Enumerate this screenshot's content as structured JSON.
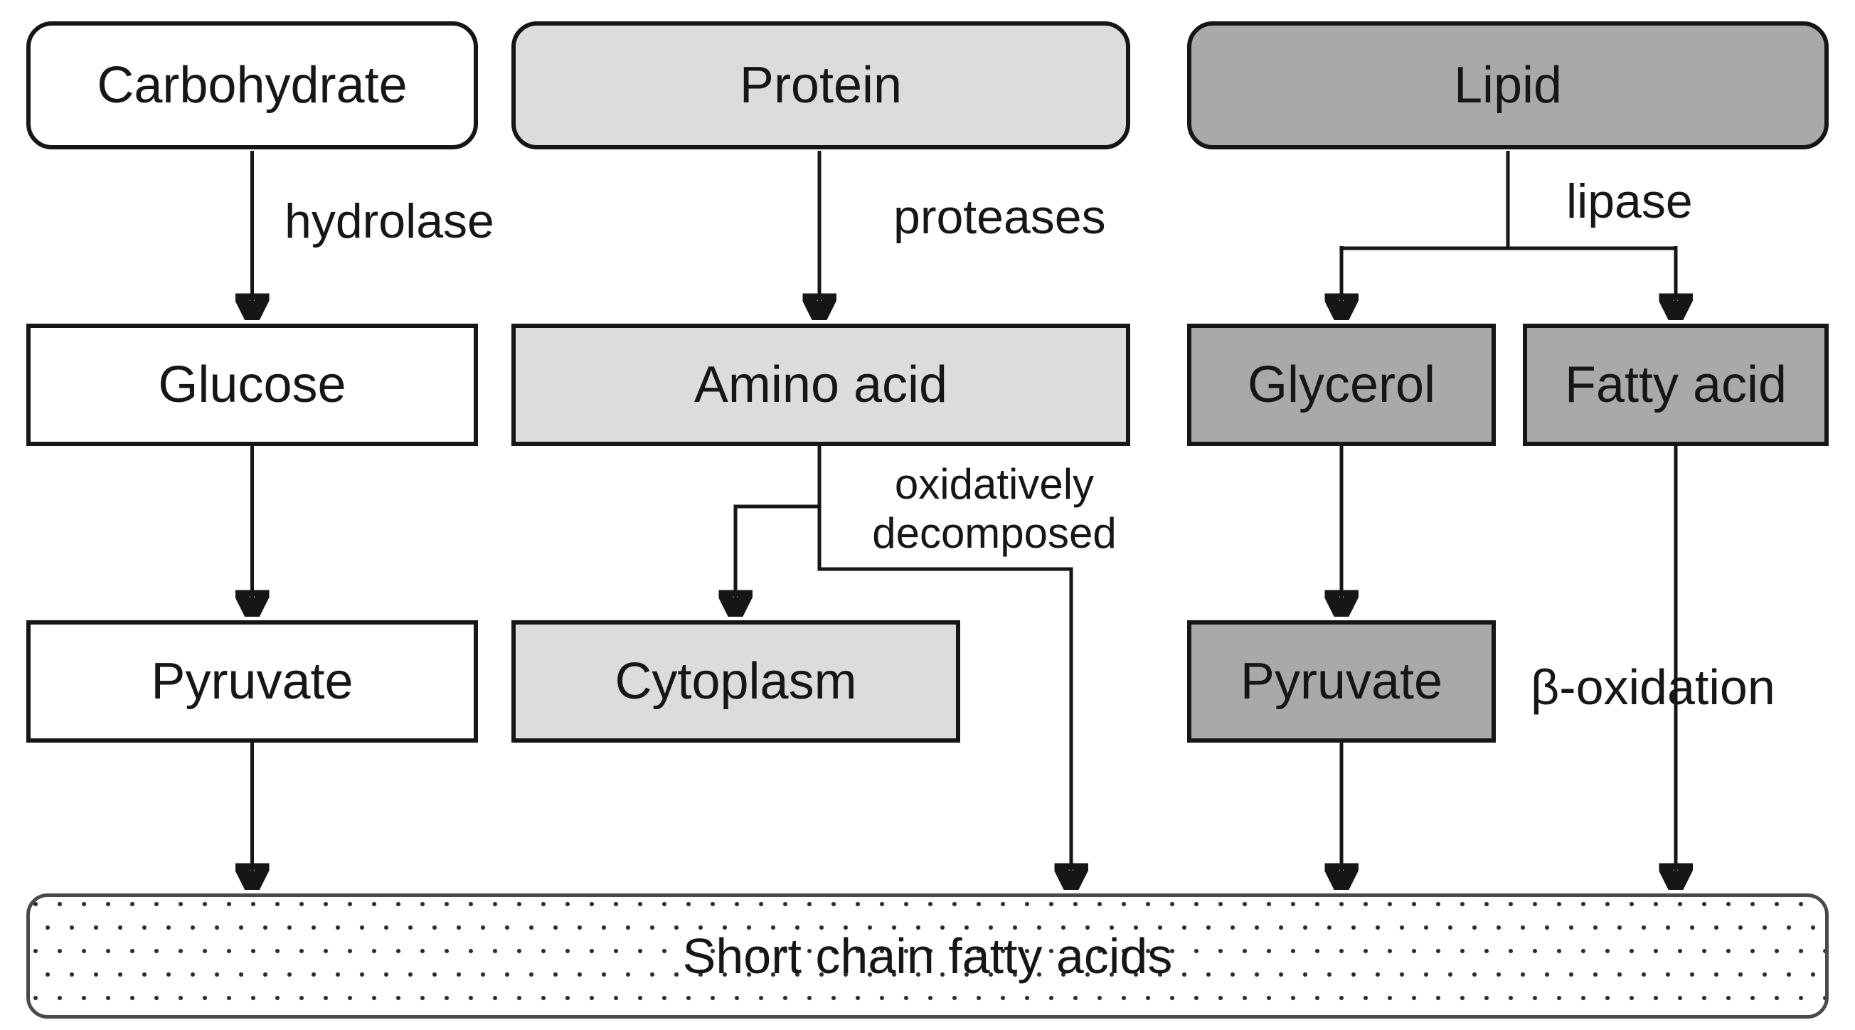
{
  "diagram": {
    "type": "flowchart",
    "description": "Metabolic pathway diagram showing degradation of carbohydrate, protein and lipid into short chain fatty acids",
    "nodes": {
      "carbohydrate": {
        "label": "Carbohydrate",
        "fill": "#ffffff",
        "shape": "rounded"
      },
      "protein": {
        "label": "Protein",
        "fill": "#dcdcdc",
        "shape": "rounded"
      },
      "lipid": {
        "label": "Lipid",
        "fill": "#a9a9a9",
        "shape": "rounded"
      },
      "glucose": {
        "label": "Glucose",
        "fill": "#ffffff",
        "shape": "rect"
      },
      "amino_acid": {
        "label": "Amino acid",
        "fill": "#dcdcdc",
        "shape": "rect"
      },
      "glycerol": {
        "label": "Glycerol",
        "fill": "#a9a9a9",
        "shape": "rect"
      },
      "fatty_acid": {
        "label": "Fatty acid",
        "fill": "#a9a9a9",
        "shape": "rect"
      },
      "pyruvate_left": {
        "label": "Pyruvate",
        "fill": "#ffffff",
        "shape": "rect"
      },
      "cytoplasm": {
        "label": "Cytoplasm",
        "fill": "#dcdcdc",
        "shape": "rect"
      },
      "pyruvate_right": {
        "label": "Pyruvate",
        "fill": "#a9a9a9",
        "shape": "rect"
      },
      "short_chain_fatty_acids": {
        "label": "Short chain fatty acids",
        "fill": "dotted-pattern",
        "shape": "rounded"
      }
    },
    "edge_labels": {
      "hydrolase": "hydrolase",
      "proteases": "proteases",
      "lipase": "lipase",
      "oxidatively_decomposed": "oxidatively decomposed",
      "beta_oxidation": "β-oxidation"
    },
    "edges": [
      {
        "from": "carbohydrate",
        "to": "glucose",
        "label": "hydrolase"
      },
      {
        "from": "protein",
        "to": "amino_acid",
        "label": "proteases"
      },
      {
        "from": "lipid",
        "to": "glycerol",
        "label": "lipase"
      },
      {
        "from": "lipid",
        "to": "fatty_acid",
        "label": "lipase"
      },
      {
        "from": "glucose",
        "to": "pyruvate_left",
        "label": ""
      },
      {
        "from": "amino_acid",
        "to": "cytoplasm",
        "label": ""
      },
      {
        "from": "amino_acid",
        "to": "short_chain_fatty_acids",
        "label": "oxidatively decomposed"
      },
      {
        "from": "glycerol",
        "to": "pyruvate_right",
        "label": ""
      },
      {
        "from": "pyruvate_left",
        "to": "short_chain_fatty_acids",
        "label": ""
      },
      {
        "from": "pyruvate_right",
        "to": "short_chain_fatty_acids",
        "label": ""
      },
      {
        "from": "fatty_acid",
        "to": "short_chain_fatty_acids",
        "label": "β-oxidation"
      }
    ],
    "palette": {
      "background": "#ffffff",
      "box_white": "#ffffff",
      "box_light_gray": "#dcdcdc",
      "box_dark_gray": "#a9a9a9",
      "line_color": "#161616",
      "text_color": "#161616",
      "sink_border": "#4a4a4a",
      "sink_dot_color": "#2b2b2b"
    }
  }
}
